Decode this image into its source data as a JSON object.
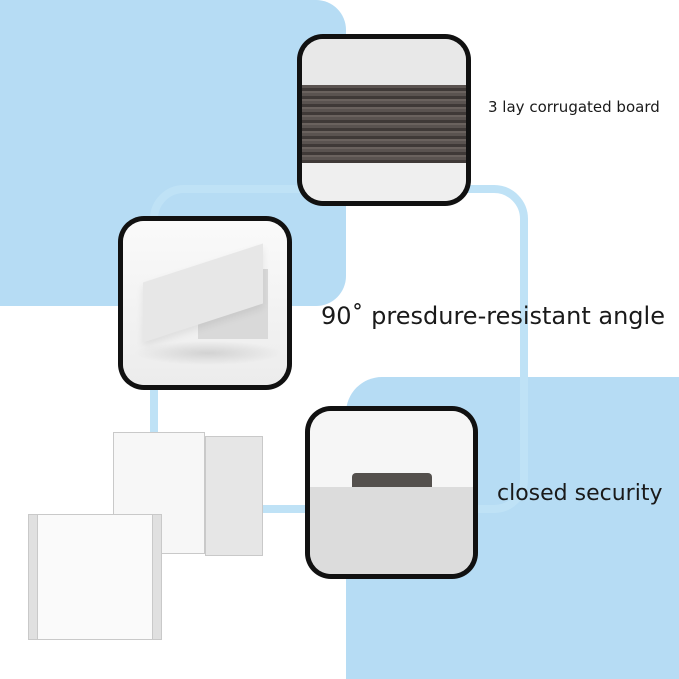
{
  "features": [
    {
      "label": "3 lay corrugated board",
      "photo": "corrugated-board-closeup"
    },
    {
      "label": "90˚ presdure-resistant angle",
      "photo": "box-corner-closeup"
    },
    {
      "label": "closed security",
      "photo": "closed-tab-closeup"
    }
  ],
  "colors": {
    "accent_light_blue": "#b6dcf4",
    "connector_blue": "#bfe2f6",
    "frame": "#111111"
  }
}
